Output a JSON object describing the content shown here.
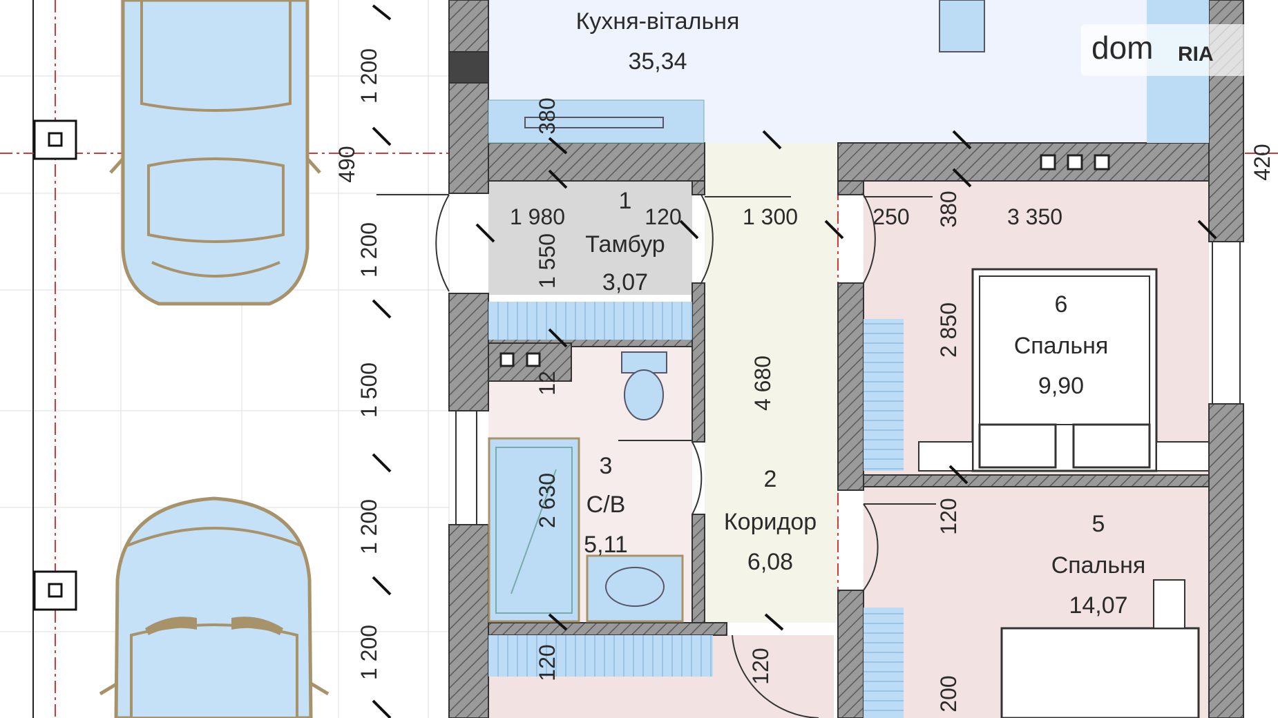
{
  "colors": {
    "background": "#ffffff",
    "wall": "#8f8f8f",
    "wall_hatch": "#5a5a5a",
    "kitchen_fill": "#eef3fd",
    "tambur_fill": "#d8d8d8",
    "bath_fill": "#f7ecec",
    "corridor_fill": "#f5f4e8",
    "bedroom_fill": "#f3e2e2",
    "furniture_blue": "#bcdcf6",
    "car_outline": "#a8926a",
    "axis_red": "#d23a3a",
    "grid_line": "#d8d8d8",
    "dim_text": "#2a2a2a"
  },
  "rooms": [
    {
      "id": "kitchen",
      "name": "Кухня-вітальня",
      "area": "35,34"
    },
    {
      "id": "tambur",
      "number": "1",
      "name": "Тамбур",
      "area": "3,07"
    },
    {
      "id": "corridor",
      "number": "2",
      "name": "Коридор",
      "area": "6,08"
    },
    {
      "id": "bathroom",
      "number": "3",
      "name": "С/В",
      "area": "5,11"
    },
    {
      "id": "bedroom6",
      "number": "6",
      "name": "Спальня",
      "area": "9,90"
    },
    {
      "id": "bedroom5",
      "number": "5",
      "name": "Спальня",
      "area": "14,07"
    }
  ],
  "dimensions": {
    "left_column": [
      "1 200",
      "490",
      "1 200",
      "1 500",
      "1 200",
      "1 200"
    ],
    "tambur_width": "1 980",
    "wall_120a": "120",
    "corridor_door": "1 300",
    "wall_250": "250",
    "wall_380_top": "380",
    "bedroom_width": "3 350",
    "wall_380_kitchen": "380",
    "tambur_depth": "1 550",
    "bath_wall": "12",
    "corridor_length": "4 680",
    "bedroom_depth": "2 850",
    "bath_length": "2 630",
    "wall_120_b5": "120",
    "wall_120_bottom_left": "120",
    "wall_120_bottom_mid": "120",
    "right_420": "420",
    "bottom_200": "200"
  },
  "watermark": {
    "text": "dom",
    "badge": "RIA"
  },
  "icons": [
    "car-icon",
    "column-marker-icon",
    "toilet-icon",
    "sink-icon",
    "bathtub-icon",
    "bed-icon",
    "wardrobe-icon",
    "door-swing-icon"
  ]
}
